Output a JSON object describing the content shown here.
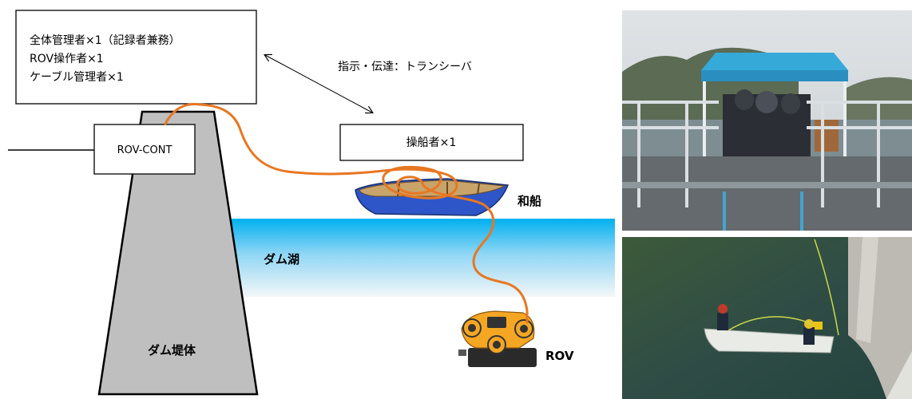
{
  "crew_box": {
    "line1": "全体管理者×1（記録者兼務）",
    "line2": "ROV操作者×1",
    "line3": "ケーブル管理者×1"
  },
  "communication_label": "指示・伝達：トランシーバ",
  "controller_label": "ROV-CONT",
  "boat_operator_label": "操船者×1",
  "boat_label": "和船",
  "reservoir_label": "ダム湖",
  "dam_label": "ダム堤体",
  "rov_label": "ROV",
  "colors": {
    "cable": "#e87722",
    "dam": "#bfbfbf",
    "water_top": "#00b0f0",
    "water_bottom": "#f2f2f2",
    "boat_hull": "#2e56c8"
  }
}
